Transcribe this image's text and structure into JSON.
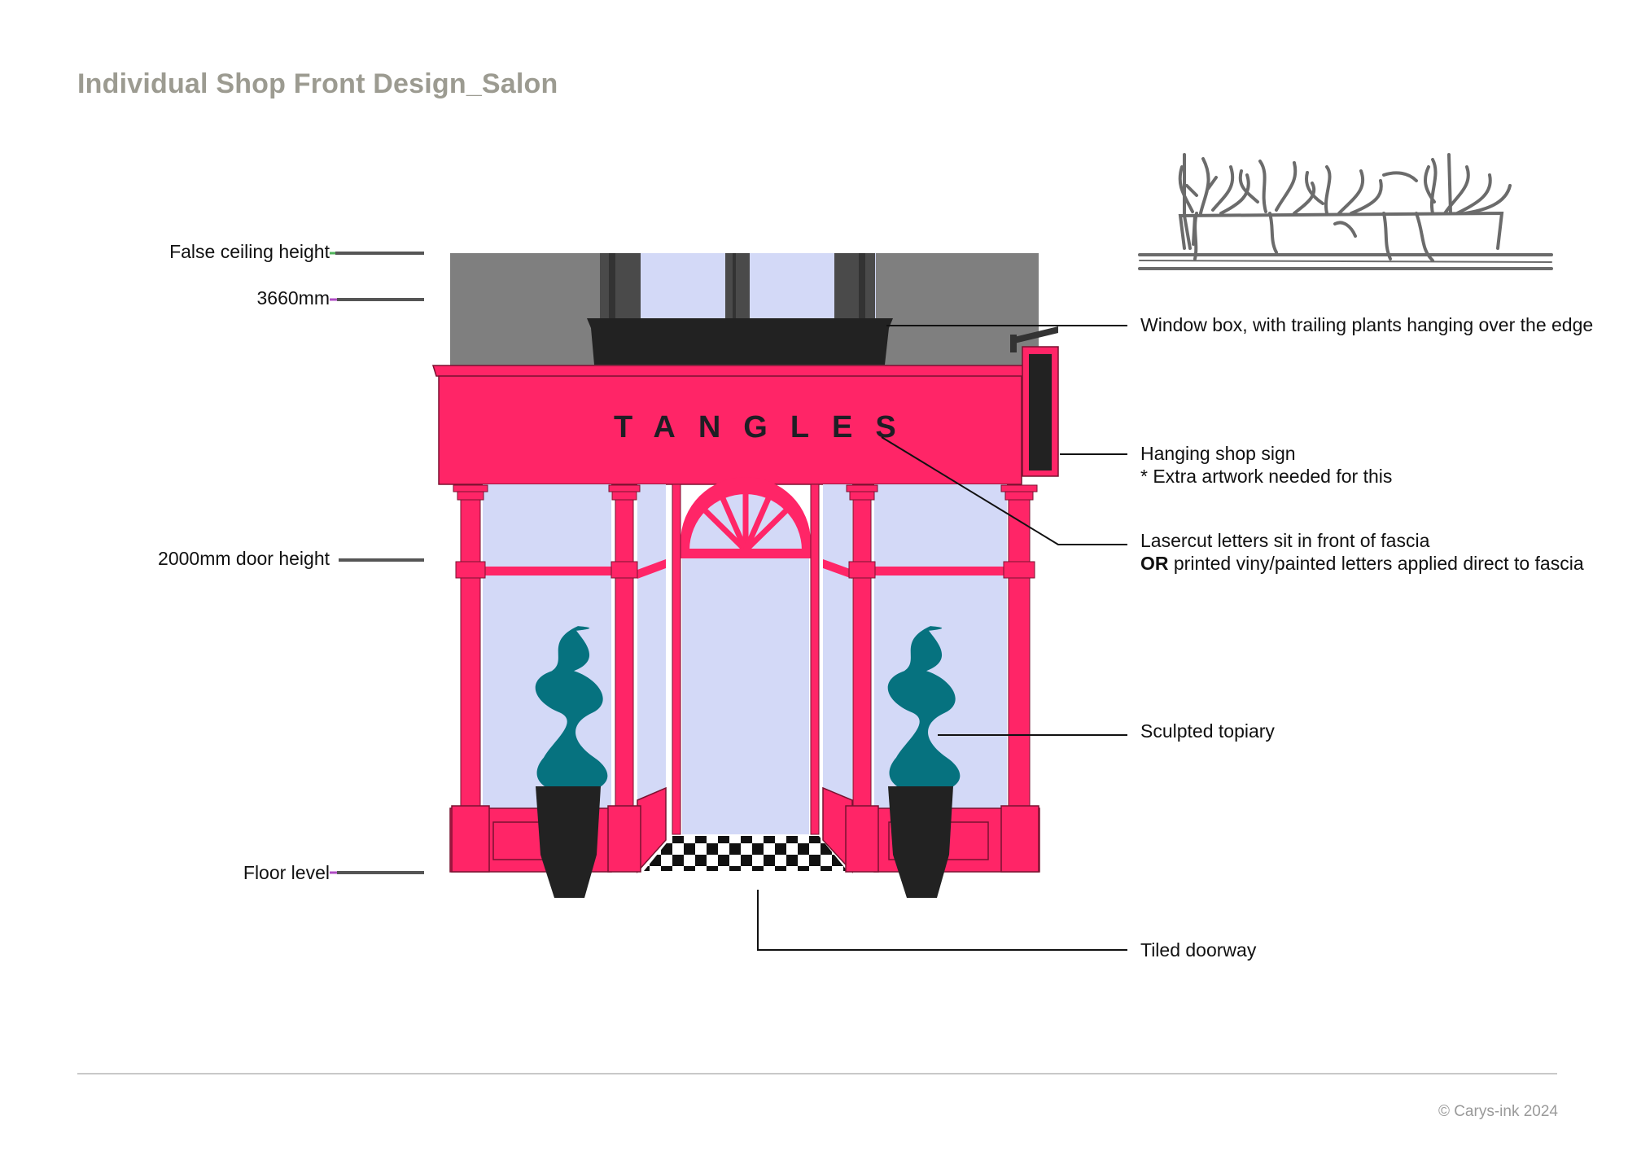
{
  "page": {
    "title": "Individual Shop Front Design_Salon",
    "copyright": "© Carys-ink 2024"
  },
  "left_labels": {
    "false_ceiling": "False ceiling height",
    "height_3660": "3660mm",
    "door_height": "2000mm door height",
    "floor_level": "Floor level"
  },
  "callouts": {
    "window_box": "Window box, with trailing plants hanging over the edge",
    "hanging_sign_1": "Hanging shop sign",
    "hanging_sign_2": "* Extra artwork needed for this",
    "lasercut_1": "Lasercut letters sit in front of fascia",
    "lasercut_2_bold": "OR",
    "lasercut_2_rest": " printed viny/painted letters applied direct to fascia",
    "topiary": "Sculpted topiary",
    "tiled_doorway": "Tiled doorway"
  },
  "fascia": {
    "sign_text": "TANGLES"
  },
  "colors": {
    "frame": "#ff2567",
    "glass": "#d3d9f7",
    "upper_wall": "#7f7f7f",
    "window_box": "#222222",
    "topiary": "#06727f",
    "pot": "#222222",
    "sketch": "#6b6b6b"
  }
}
